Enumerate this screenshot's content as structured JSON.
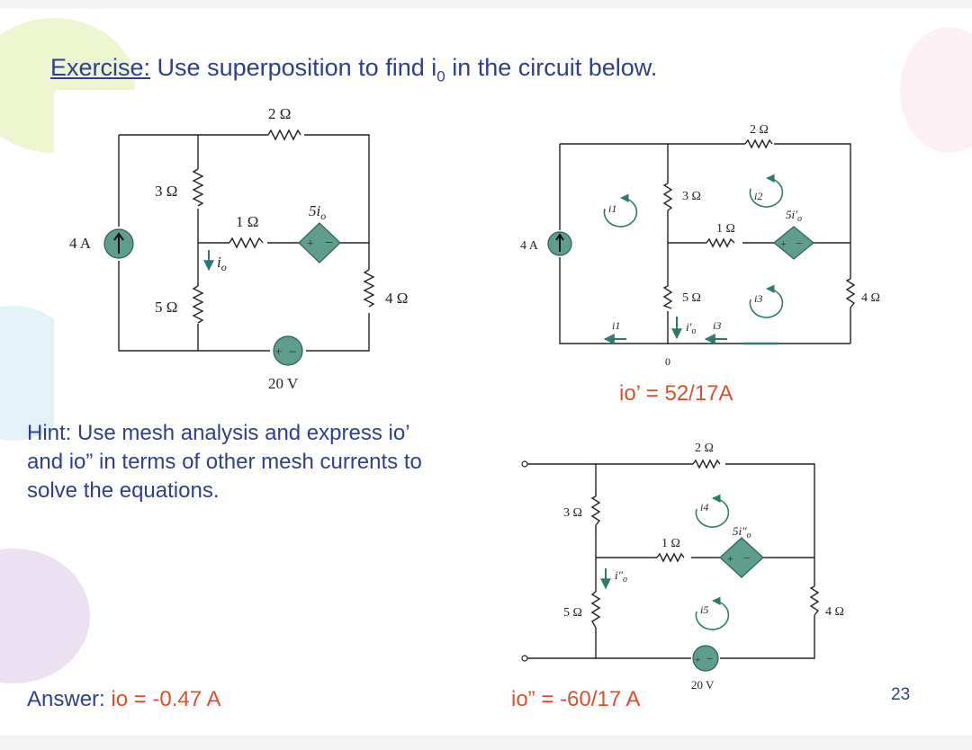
{
  "slide": {
    "title_label": "Exercise:",
    "title_text_before": " Use superposition to find i",
    "title_subscript": "0",
    "title_text_after": " in the circuit below.",
    "hint": "Hint: Use mesh analysis and express io’ and io” in terms of other mesh currents to solve the equations.",
    "answer_label": "Answer: ",
    "answer_value": "io = -0.47 A",
    "result_prime": "io’ = 52/17A",
    "result_double_prime": "io” = -60/17 A",
    "page_number": "23"
  },
  "colors": {
    "title": "#2e3f93",
    "result": "#d9512c",
    "source_fill": "#5f9e8f",
    "arrow": "#2f7a6e"
  },
  "circuit_original": {
    "r_top": "2 Ω",
    "r_left_top": "3 Ω",
    "r_mid": "1 Ω",
    "r_left_bottom": "5 Ω",
    "r_right": "4 Ω",
    "dep_source": "5i",
    "dep_source_sub": "o",
    "current_source": "4 A",
    "voltage_source": "20 V",
    "io_label": "i",
    "io_sub": "o"
  },
  "circuit_prime": {
    "r_top": "2 Ω",
    "r_left_top": "3 Ω",
    "r_mid": "1 Ω",
    "r_left_bottom": "5 Ω",
    "r_right": "4 Ω",
    "dep_source": "5i′",
    "dep_source_sub": "o",
    "current_source": "4 A",
    "mesh1": "i1",
    "mesh2": "i2",
    "mesh3": "i3",
    "branch_i1": "i1",
    "branch_io": "i′",
    "branch_io_sub": "o",
    "branch_i3": "i3",
    "node": "0"
  },
  "circuit_double_prime": {
    "r_top": "2 Ω",
    "r_left_top": "3 Ω",
    "r_mid": "1 Ω",
    "r_left_bottom": "5 Ω",
    "r_right": "4 Ω",
    "dep_source": "5i″",
    "dep_source_sub": "o",
    "voltage_source": "20 V",
    "mesh4": "i4",
    "mesh5": "i5",
    "io_label": "i″",
    "io_sub": "o"
  }
}
